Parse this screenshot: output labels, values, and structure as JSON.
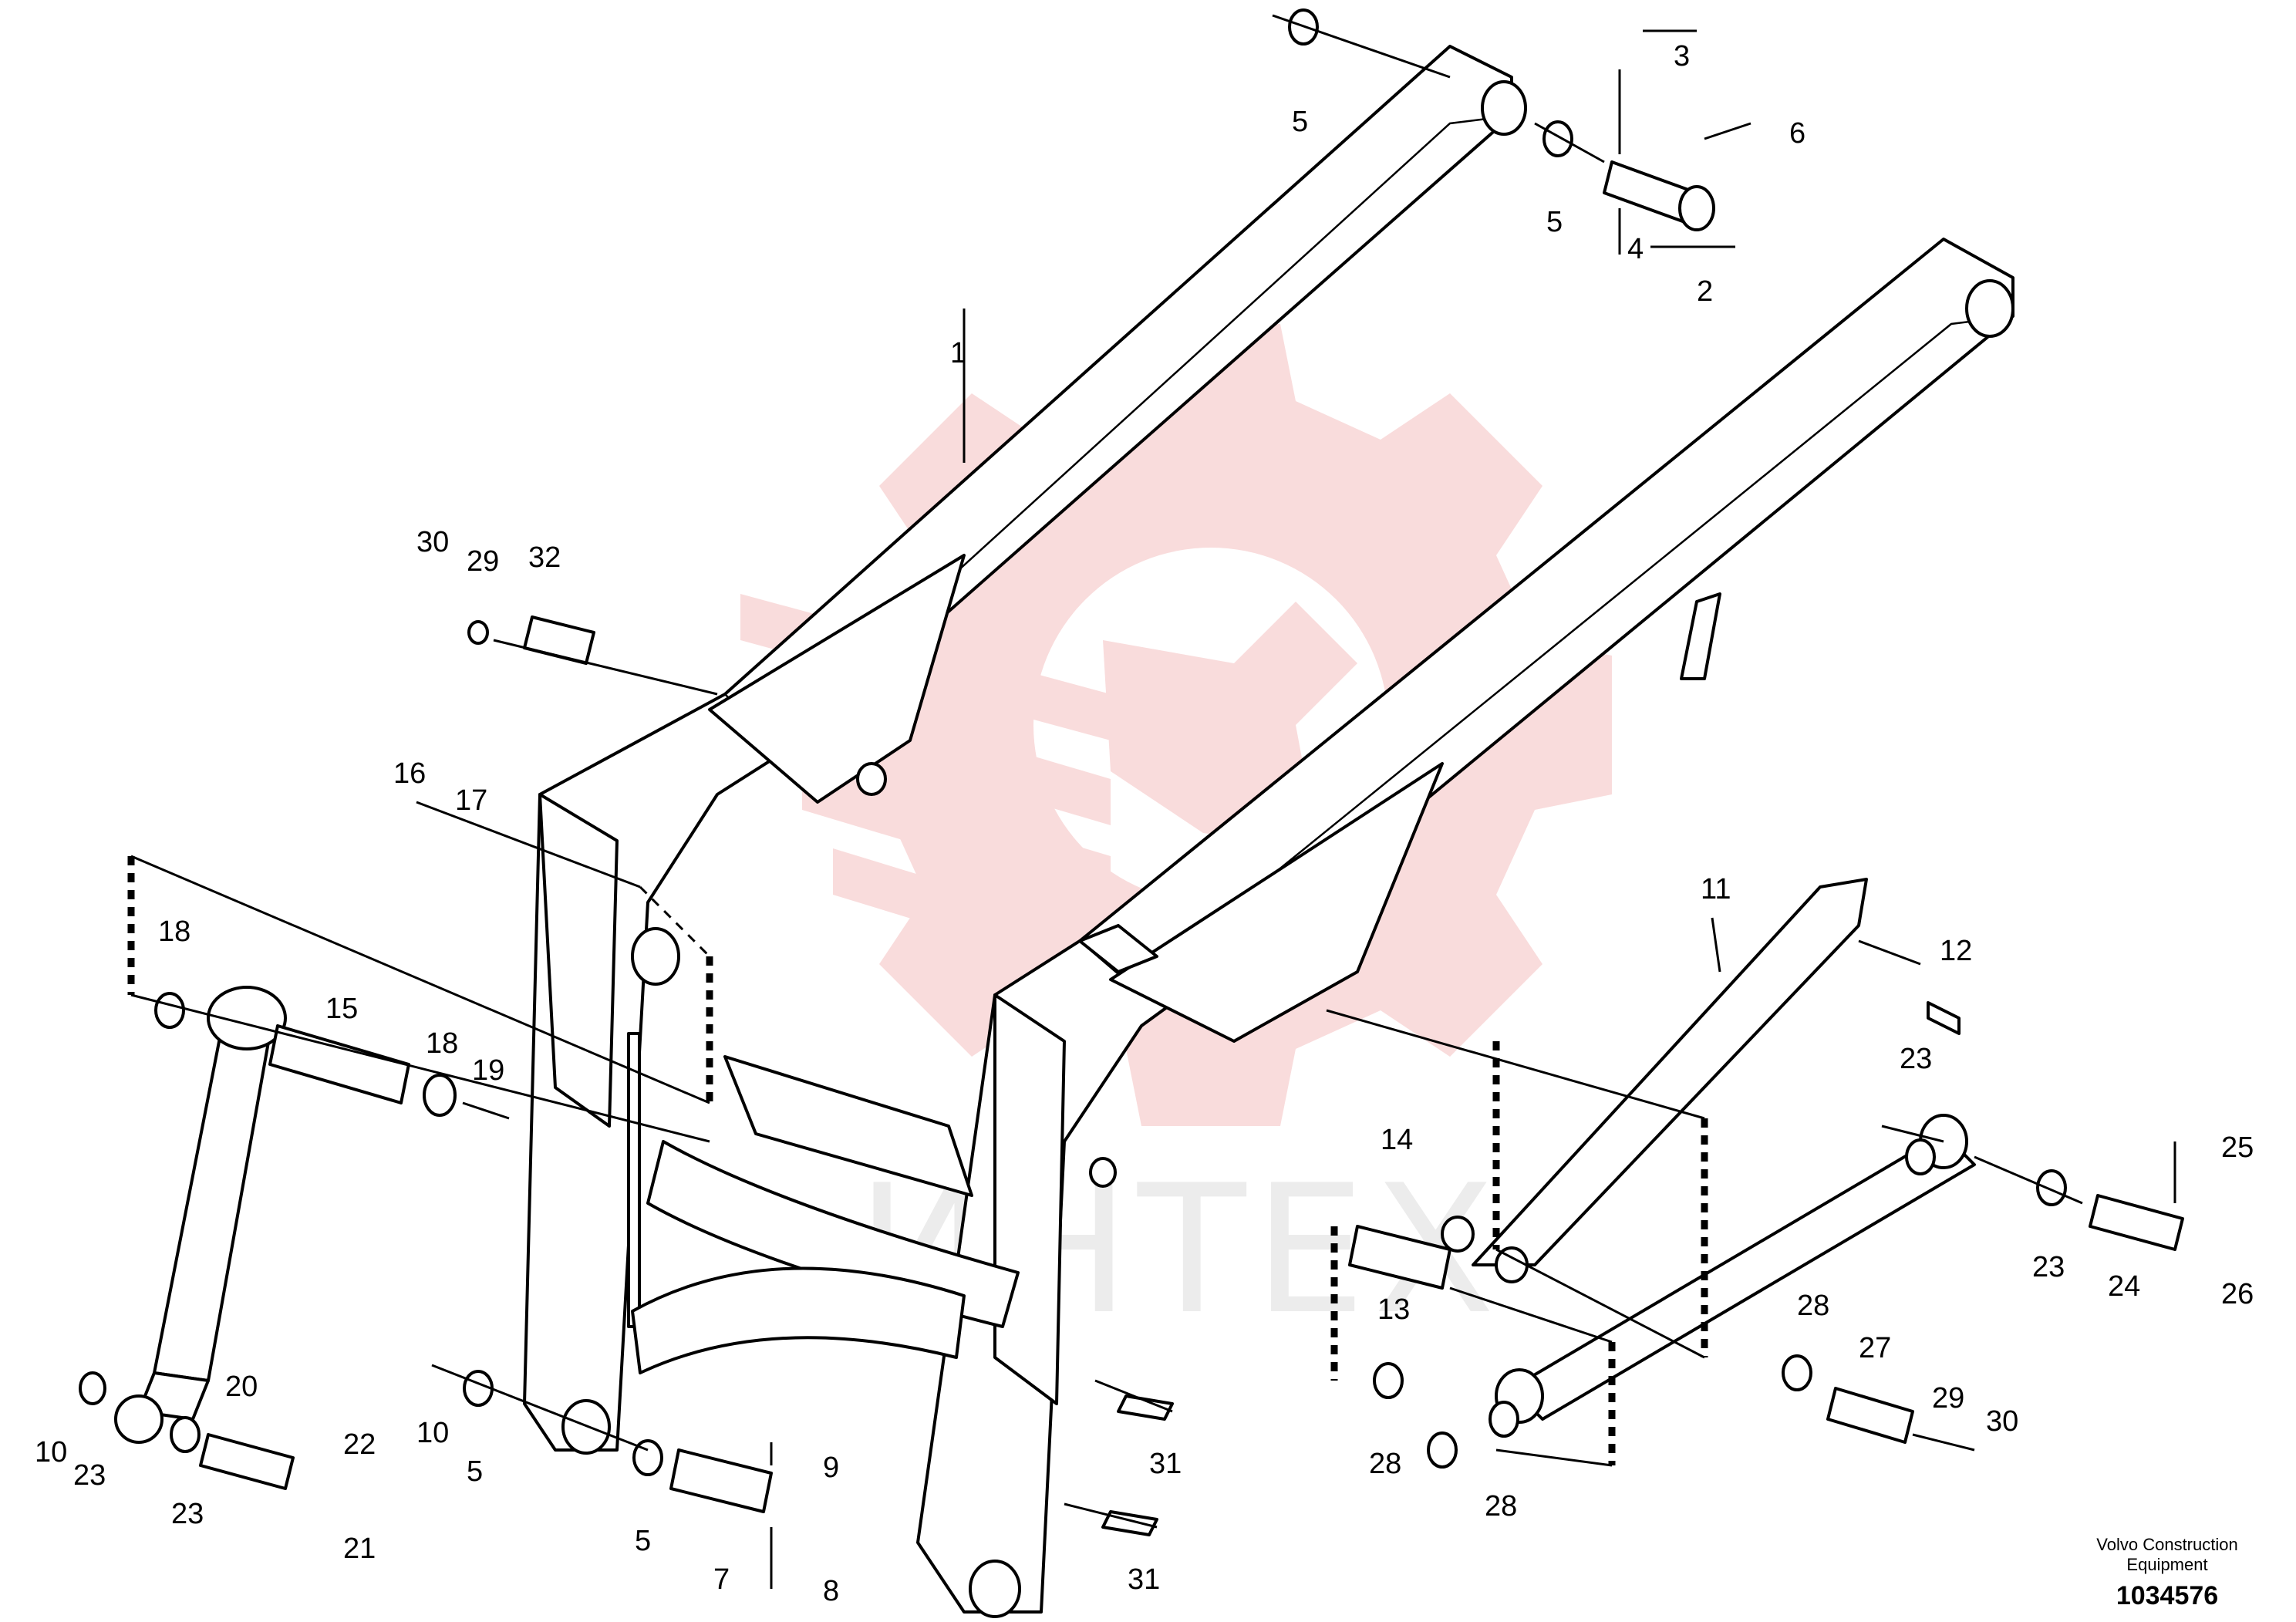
{
  "diagram": {
    "type": "exploded-parts-diagram",
    "watermark_text": "ИНТЕХ",
    "watermark_icon": "gear-wrench-icon",
    "watermark_color": "#f9dcdc",
    "line_color": "#000000",
    "callouts": [
      {
        "id": "c1",
        "label": "1"
      },
      {
        "id": "c2",
        "label": "2"
      },
      {
        "id": "c3",
        "label": "3"
      },
      {
        "id": "c4",
        "label": "4"
      },
      {
        "id": "c5a",
        "label": "5"
      },
      {
        "id": "c5b",
        "label": "5"
      },
      {
        "id": "c5c",
        "label": "5"
      },
      {
        "id": "c5d",
        "label": "5"
      },
      {
        "id": "c6",
        "label": "6"
      },
      {
        "id": "c7",
        "label": "7"
      },
      {
        "id": "c8",
        "label": "8"
      },
      {
        "id": "c9",
        "label": "9"
      },
      {
        "id": "c10a",
        "label": "10"
      },
      {
        "id": "c10b",
        "label": "10"
      },
      {
        "id": "c11",
        "label": "11"
      },
      {
        "id": "c12",
        "label": "12"
      },
      {
        "id": "c13",
        "label": "13"
      },
      {
        "id": "c14",
        "label": "14"
      },
      {
        "id": "c15",
        "label": "15"
      },
      {
        "id": "c16",
        "label": "16"
      },
      {
        "id": "c17",
        "label": "17"
      },
      {
        "id": "c18a",
        "label": "18"
      },
      {
        "id": "c18b",
        "label": "18"
      },
      {
        "id": "c19",
        "label": "19"
      },
      {
        "id": "c20",
        "label": "20"
      },
      {
        "id": "c21",
        "label": "21"
      },
      {
        "id": "c22",
        "label": "22"
      },
      {
        "id": "c23a",
        "label": "23"
      },
      {
        "id": "c23b",
        "label": "23"
      },
      {
        "id": "c23c",
        "label": "23"
      },
      {
        "id": "c23d",
        "label": "23"
      },
      {
        "id": "c24",
        "label": "24"
      },
      {
        "id": "c25",
        "label": "25"
      },
      {
        "id": "c26",
        "label": "26"
      },
      {
        "id": "c27",
        "label": "27"
      },
      {
        "id": "c28a",
        "label": "28"
      },
      {
        "id": "c28b",
        "label": "28"
      },
      {
        "id": "c28c",
        "label": "28"
      },
      {
        "id": "c29a",
        "label": "29"
      },
      {
        "id": "c29b",
        "label": "29"
      },
      {
        "id": "c30a",
        "label": "30"
      },
      {
        "id": "c30b",
        "label": "30"
      },
      {
        "id": "c31a",
        "label": "31"
      },
      {
        "id": "c31b",
        "label": "31"
      },
      {
        "id": "c32",
        "label": "32"
      }
    ]
  },
  "footer": {
    "brand": "Volvo Construction Equipment",
    "document_number": "1034576"
  }
}
